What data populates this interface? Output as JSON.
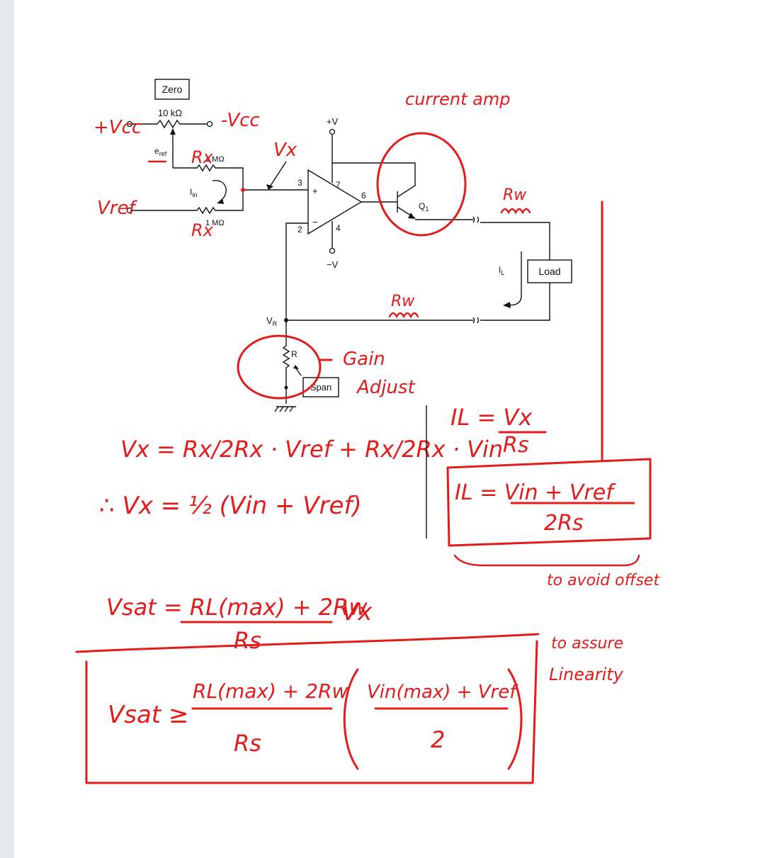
{
  "circuit": {
    "zero_label": "Zero",
    "pot_value": "10 kΩ",
    "eref_label": "e",
    "eref_sub": "ref",
    "iin_label": "I",
    "iin_sub": "in",
    "r1_value": "1 MΩ",
    "r2_value": "1 MΩ",
    "vplus_label": "+V",
    "vminus_label": "−V",
    "pin3": "3",
    "pin2": "2",
    "pin7": "7",
    "pin4": "4",
    "pin6": "6",
    "plus_sign": "+",
    "minus_sign": "−",
    "q_label": "Q",
    "q_sub": "1",
    "load_label": "Load",
    "il_label": "I",
    "il_sub": "L",
    "vr_label": "V",
    "vr_sub": "R",
    "r_label": "R",
    "span_label": "Span"
  },
  "handwritten": {
    "plus_vcc": "+Vcc",
    "minus_vcc": "-Vcc",
    "vref": "Vref",
    "rx_top": "Rx",
    "rx_bottom": "Rx",
    "vx": "Vx",
    "current_amp": "current amp",
    "rw_right": "Rw",
    "rw_bottom": "Rw",
    "gain_adjust_1": "Gain",
    "gain_adjust_2": "Adjust",
    "eq_vx_1": "Vx = Rx/2Rx · Vref + Rx/2Rx · Vin",
    "eq_vx_2": "∴ Vx = ½ (Vin + Vref)",
    "eq_il_1_num": "IL = Vx",
    "eq_il_1_den": "Rs",
    "eq_il_2_num": "IL = Vin + Vref",
    "eq_il_2_den": "2Rs",
    "avoid_offset": "to avoid offset",
    "eq_vsat_num": "Vsat = RL(max) + 2Rw",
    "eq_vsat_den": "Rs",
    "eq_vsat_tail": "Vx",
    "eq_final_lhs": "Vsat ≥",
    "eq_final_num": "RL(max) + 2Rw",
    "eq_final_den": "Rs",
    "eq_final_paren_num": "Vin(max) + Vref",
    "eq_final_paren_den": "2",
    "assure_1": "to assure",
    "assure_2": "Linearity"
  }
}
